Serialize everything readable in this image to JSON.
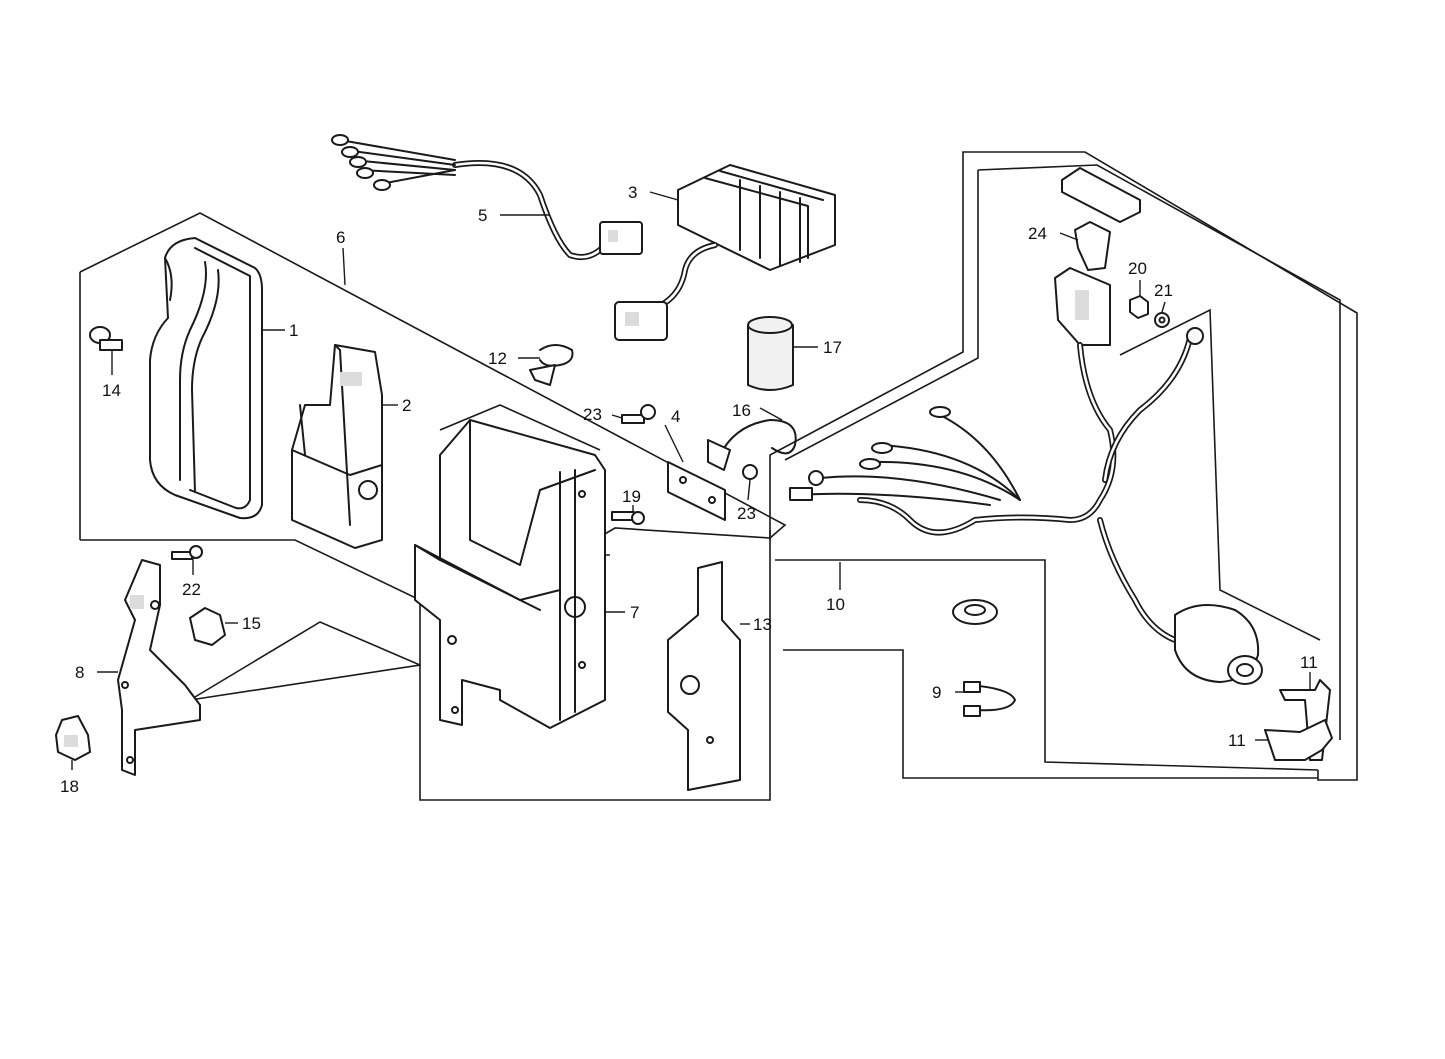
{
  "diagram": {
    "callouts": {
      "p1": "1",
      "p2": "2",
      "p3": "3",
      "p4": "4",
      "p5": "5",
      "p6": "6",
      "p7": "7",
      "p8": "8",
      "p9": "9",
      "p10": "10",
      "p11a": "11",
      "p11b": "11",
      "p12": "12",
      "p13": "13",
      "p14": "14",
      "p15": "15",
      "p16": "16",
      "p17": "17",
      "p18": "18",
      "p19": "19",
      "p20": "20",
      "p21": "21",
      "p22": "22",
      "p23a": "23",
      "p23b": "23",
      "p24": "24"
    }
  }
}
